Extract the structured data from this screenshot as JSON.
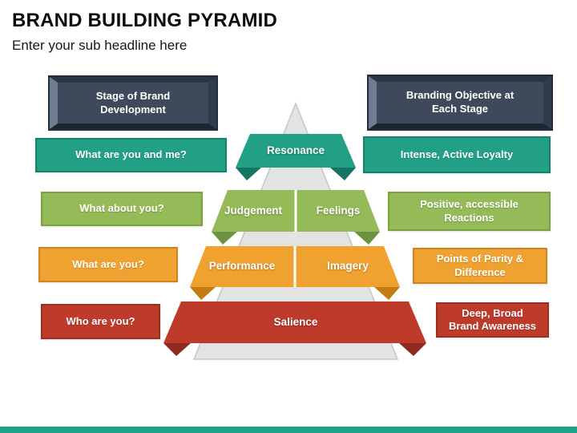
{
  "slide": {
    "title": "BRAND BUILDING PYRAMID",
    "subtitle": "Enter your sub headline here",
    "accent_color": "#21A186"
  },
  "column_headers": {
    "left": "Stage of Brand Development",
    "right": "Branding Objective at Each Stage",
    "face_color": "#3E4A5C"
  },
  "pyramid": {
    "base_color": "#E3E3E3",
    "base_stroke": "#C6C6C6",
    "divider_color": "#FFFFFF",
    "levels": [
      {
        "band": "Resonance",
        "stage_question": "What are you and me?",
        "objective": "Intense, Active Loyalty",
        "color": "#21A086",
        "border_color": "#17806A",
        "fold_color": "#157560"
      },
      {
        "band_left": "Judgement",
        "band_right": "Feelings",
        "stage_question": "What about you?",
        "objective": "Positive, accessible Reactions",
        "color": "#95BA58",
        "border_color": "#7AA144",
        "fold_color": "#6E9340"
      },
      {
        "band_left": "Performance",
        "band_right": "Imagery",
        "stage_question": "What are you?",
        "objective": "Points of Parity & Difference",
        "color": "#F0A231",
        "border_color": "#CE851F",
        "fold_color": "#C37C12"
      },
      {
        "band": "Salience",
        "stage_question": "Who are you?",
        "objective": "Deep, Broad Brand Awareness",
        "color": "#BE3A2B",
        "border_color": "#9C2D21",
        "fold_color": "#8E2A1E"
      }
    ]
  }
}
